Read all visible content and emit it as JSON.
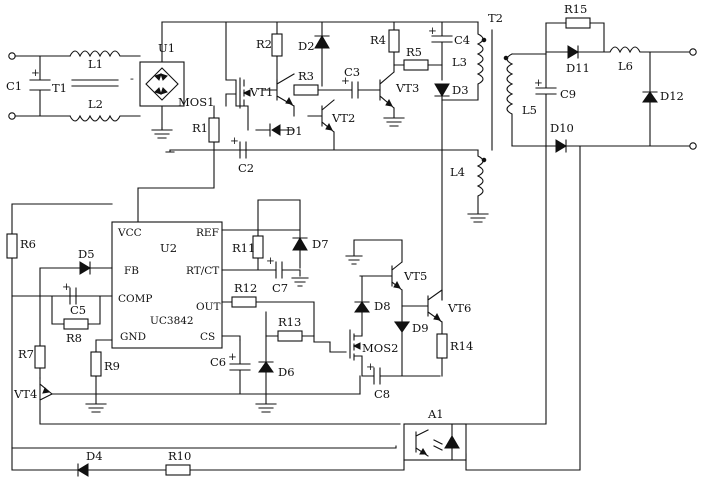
{
  "labels": {
    "C1": "C1",
    "T1": "T1",
    "L1": "L1",
    "L2": "L2",
    "U1": "U1",
    "MOS1": "MOS1",
    "R1": "R1",
    "R2": "R2",
    "R3": "R3",
    "R4": "R4",
    "R5": "R5",
    "R6": "R6",
    "R7": "R7",
    "R8": "R8",
    "R9": "R9",
    "R10": "R10",
    "R11": "R11",
    "R12": "R12",
    "R13": "R13",
    "R14": "R14",
    "R15": "R15",
    "VT1": "VT1",
    "VT2": "VT2",
    "VT3": "VT3",
    "VT4": "VT4",
    "VT5": "VT5",
    "VT6": "VT6",
    "D1": "D1",
    "D2": "D2",
    "D3": "D3",
    "D4": "D4",
    "D5": "D5",
    "D6": "D6",
    "D7": "D7",
    "D8": "D8",
    "D9": "D9",
    "D10": "D10",
    "D11": "D11",
    "D12": "D12",
    "C2": "C2",
    "C3": "C3",
    "C4": "C4",
    "C5": "C5",
    "C6": "C6",
    "C7": "C7",
    "C8": "C8",
    "C9": "C9",
    "L3": "L3",
    "L4": "L4",
    "L5": "L5",
    "L6": "L6",
    "T2": "T2",
    "A1": "A1",
    "U2": "U2",
    "MOS2": "MOS2"
  },
  "ic": {
    "part": "UC3842",
    "pins": {
      "vcc": "VCC",
      "ref": "REF",
      "fb": "FB",
      "rtct": "RT/CT",
      "comp": "COMP",
      "out": "OUT",
      "gnd": "GND",
      "cs": "CS"
    }
  },
  "polarity": {
    "plus": "+",
    "minus": "-"
  }
}
